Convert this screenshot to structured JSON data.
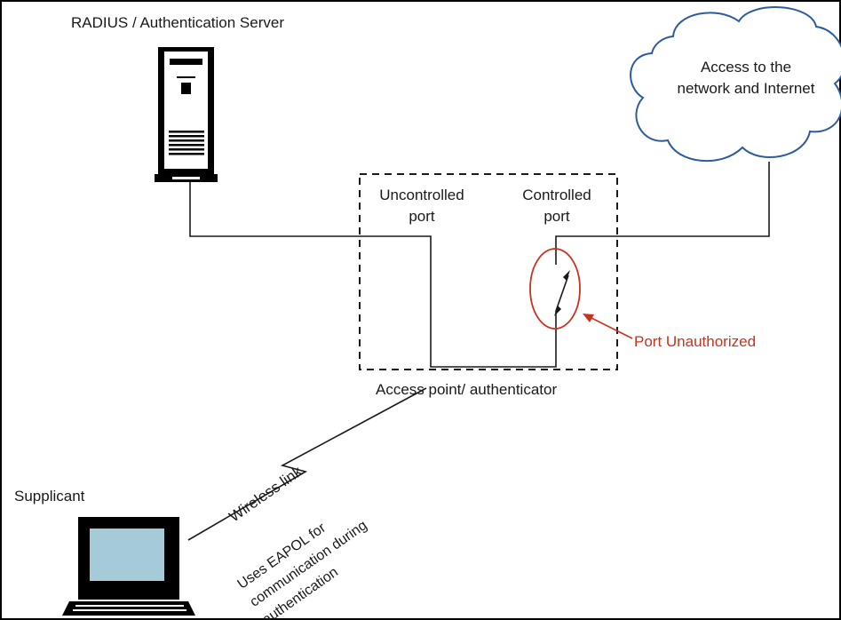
{
  "labels": {
    "server": "RADIUS / Authentication Server",
    "cloud_line1": "Access to the",
    "cloud_line2": "network and Internet",
    "uncontrolled_line1": "Uncontrolled",
    "uncontrolled_line2": "port",
    "controlled_line1": "Controlled",
    "controlled_line2": "port",
    "port_status": "Port Unauthorized",
    "authenticator": "Access point/ authenticator",
    "supplicant": "Supplicant",
    "wireless": "Wireless link",
    "eapol_line1": "Uses EAPOL for",
    "eapol_line2": "communication during",
    "eapol_line3": "authentication"
  },
  "colors": {
    "line": "#1a1a1a",
    "annotation": "#c8321e",
    "screen": "#a6cbd8",
    "border": "#000000"
  },
  "icons": {
    "server": "server-tower-icon",
    "laptop": "laptop-icon",
    "cloud": "cloud-icon"
  }
}
